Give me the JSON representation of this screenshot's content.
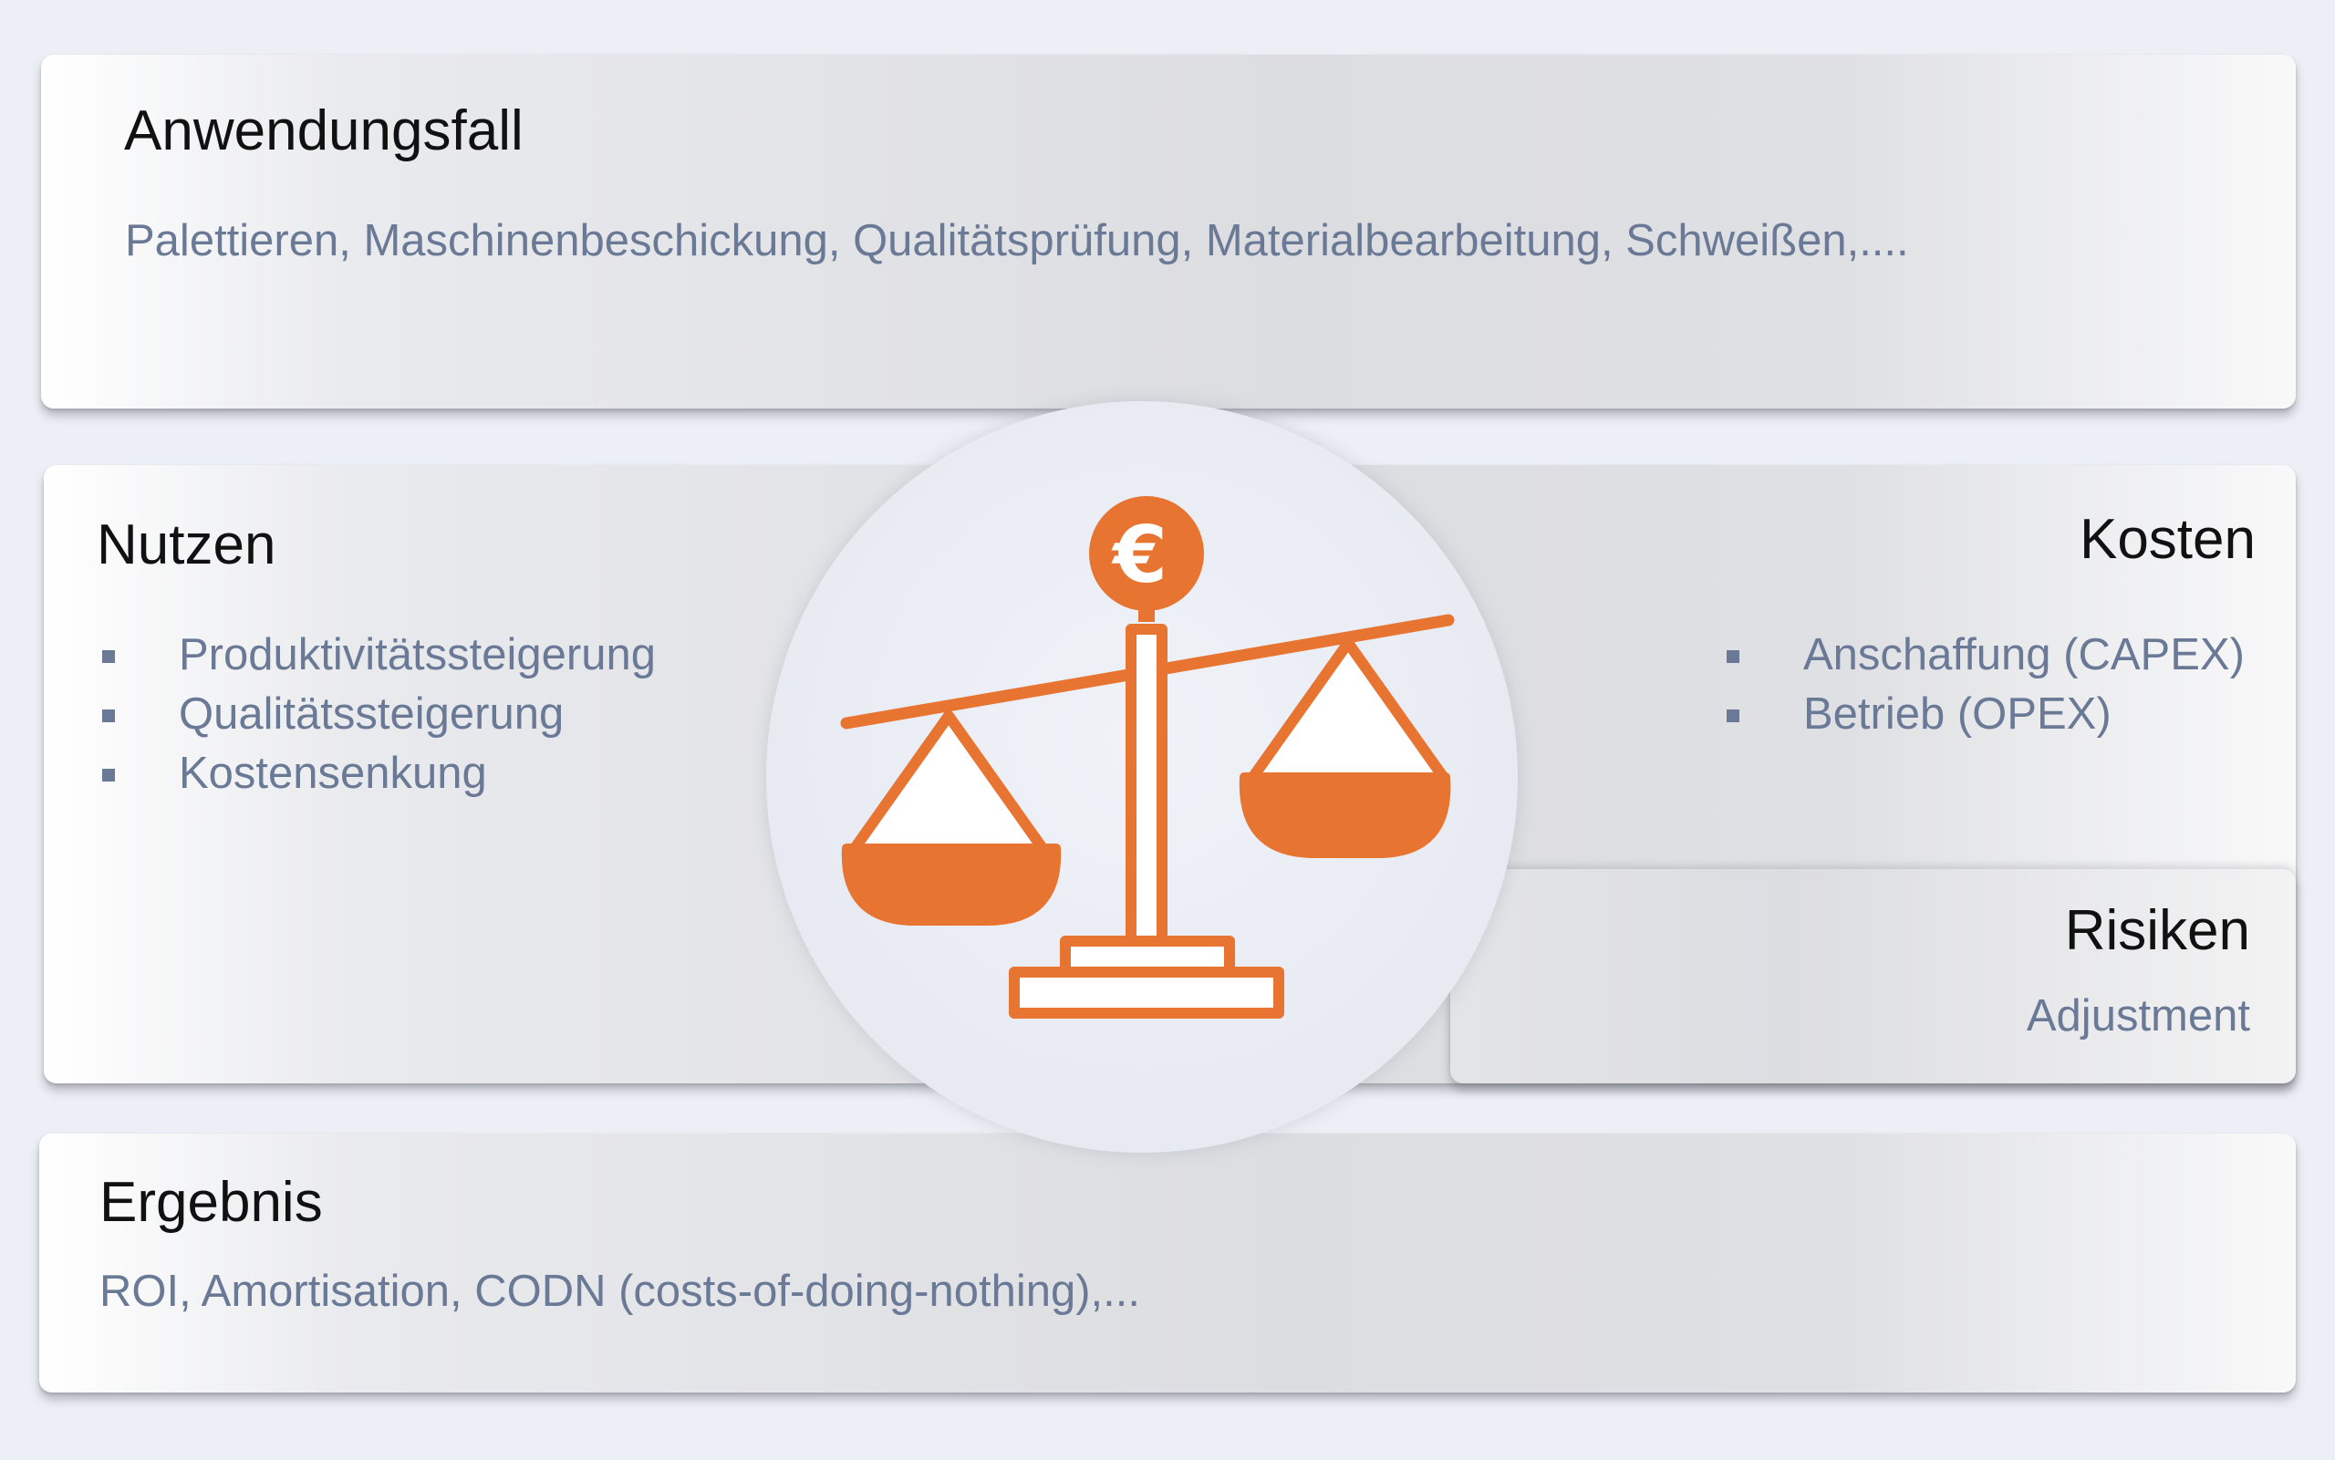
{
  "use_case": {
    "title": "Anwendungsfall",
    "text": "Palettieren, Maschinenbeschickung, Qualitätsprüfung, Materialbearbeitung, Schweißen,...."
  },
  "benefits": {
    "title": "Nutzen",
    "items": [
      "Produktivitätssteigerung",
      "Qualitätssteigerung",
      "Kostensenkung"
    ]
  },
  "costs": {
    "title": "Kosten",
    "items": [
      "Anschaffung (CAPEX)",
      "Betrieb (OPEX)"
    ]
  },
  "risks": {
    "title": "Risiken",
    "text": "Adjustment"
  },
  "result": {
    "title": "Ergebnis",
    "text": "ROI, Amortisation, CODN (costs-of-doing-nothing),..."
  },
  "icon": {
    "name": "balance-scale-euro-icon",
    "symbol": "€",
    "color": "#e87432"
  }
}
